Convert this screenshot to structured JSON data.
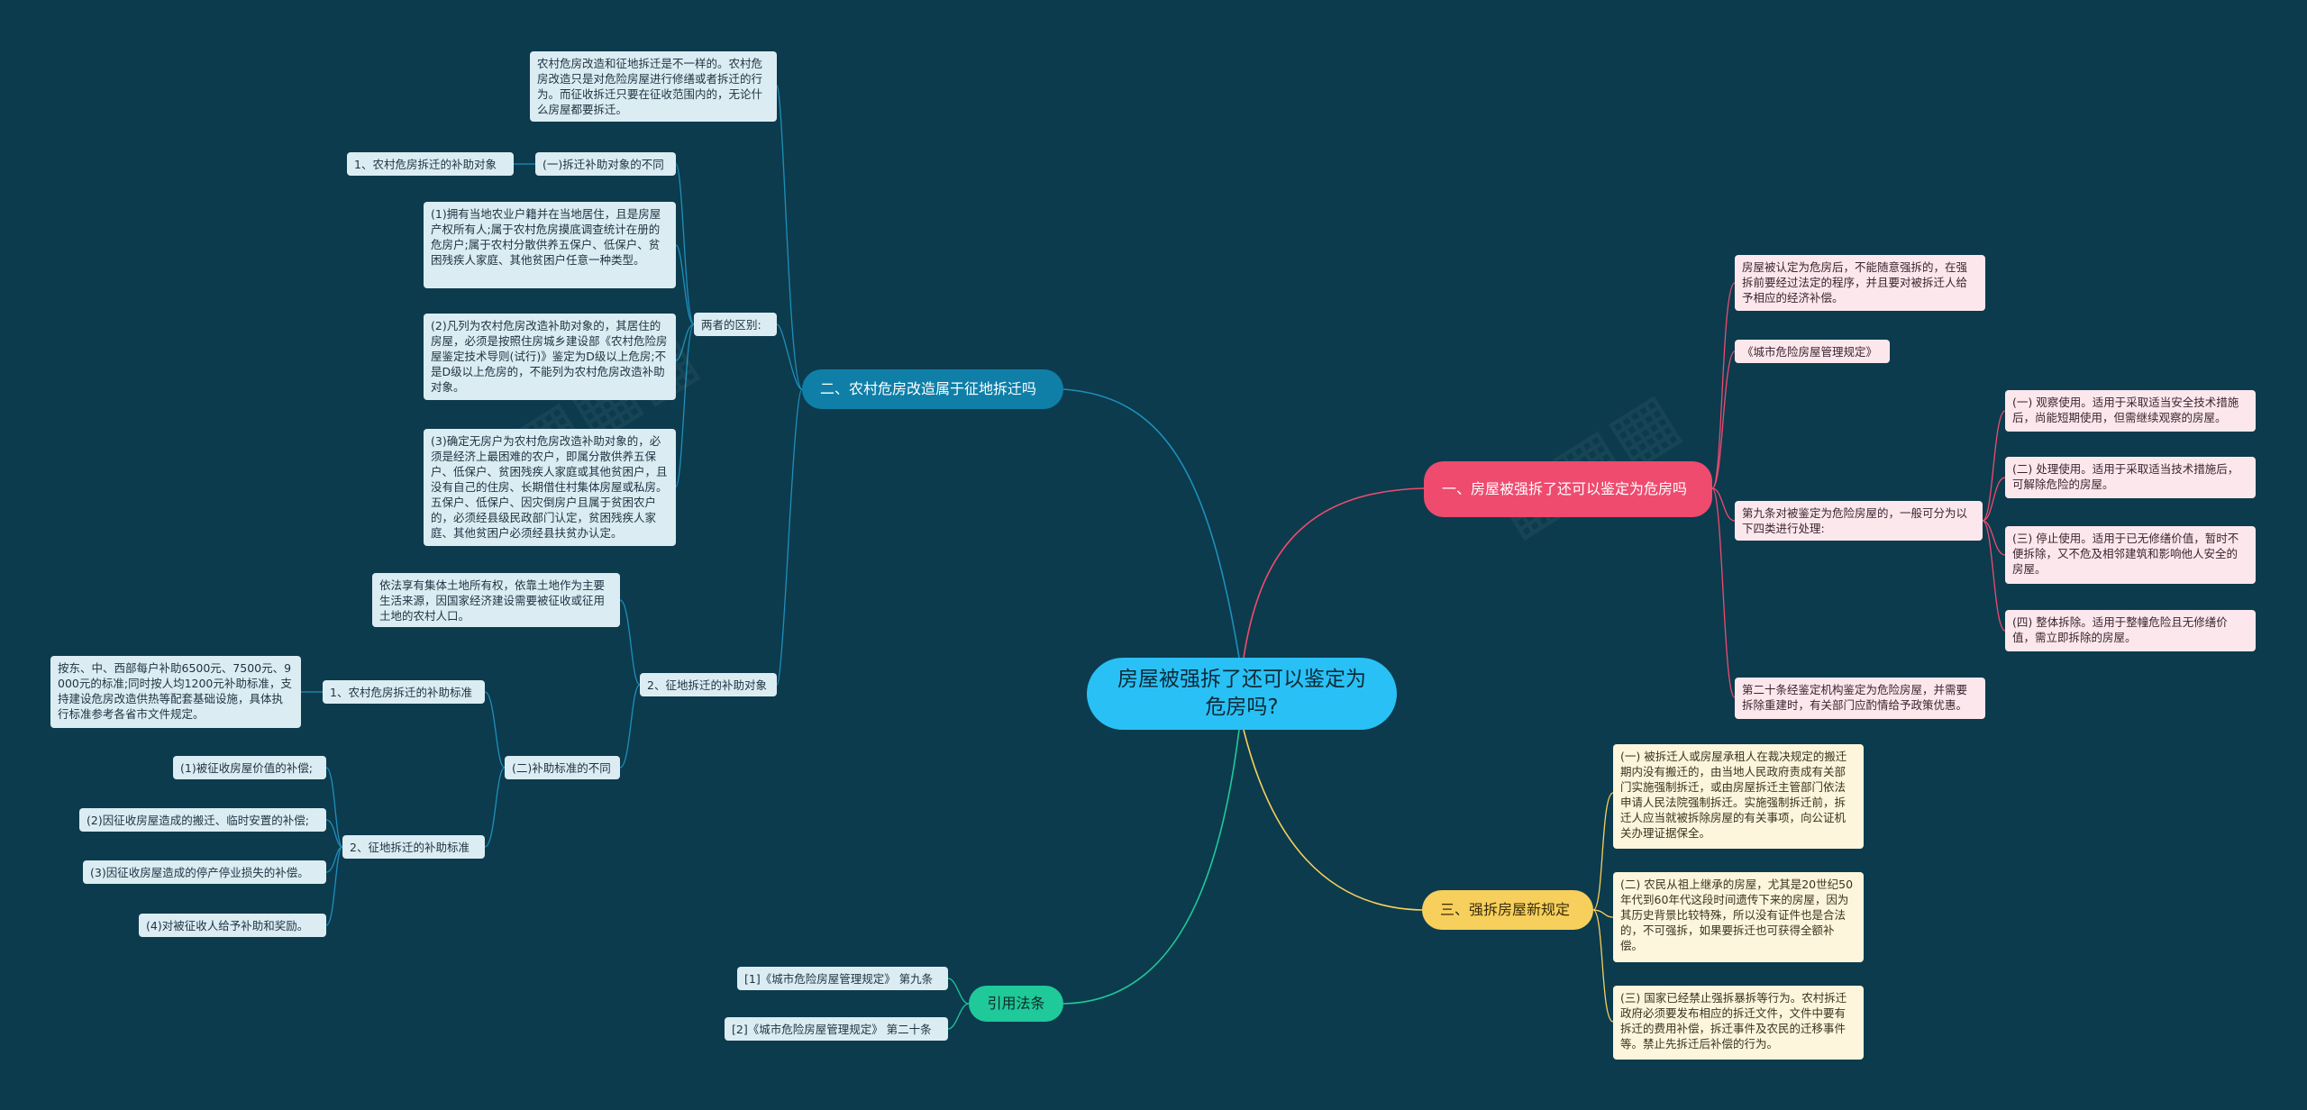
{
  "center": {
    "label": "房屋被强拆了还可以鉴定为危房吗?"
  },
  "branches": {
    "b2": {
      "label": "二、农村危房改造属于征地拆迁吗",
      "intro": "农村危房改造和征地拆迁是不一样的。农村危房改造只是对危险房屋进行修缮或者拆迁的行为。而征收拆迁只要在征收范围内的，无论什么房屋都要拆迁。",
      "diff_group": "(一)拆迁补助对象的不同",
      "diff_item1": "1、农村危房拆迁的补助对象",
      "diff_label": "两者的区别:",
      "p1": "(1)拥有当地农业户籍并在当地居住，且是房屋产权所有人;属于农村危房摸底调查统计在册的危房户;属于农村分散供养五保户、低保户、贫困残疾人家庭、其他贫困户任意一种类型。",
      "p2": "(2)凡列为农村危房改造补助对象的，其居住的房屋，必须是按照住房城乡建设部《农村危险房屋鉴定技术导则(试行)》鉴定为D级以上危房;不是D级以上危房的，不能列为农村危房改造补助对象。",
      "p3": "(3)确定无房户为农村危房改造补助对象的，必须是经济上最困难的农户，即属分散供养五保户、低保户、贫困残疾人家庭或其他贫困户，且没有自己的住房、长期借住村集体房屋或私房。五保户、低保户、因灾倒房户且属于贫困农户的，必须经县级民政部门认定，贫困残疾人家庭、其他贫困户必须经县扶贫办认定。",
      "expro_text": "依法享有集体土地所有权，依靠土地作为主要生活来源，因国家经济建设需要被征收或征用土地的农村人口。",
      "expro_label": "2、征地拆迁的补助对象",
      "std_group": "(二)补助标准的不同",
      "std_rural": "1、农村危房拆迁的补助标准",
      "std_rural_text": "按东、中、西部每户补助6500元、7500元、9000元的标准;同时按人均1200元补助标准，支持建设危房改造供热等配套基础设施，具体执行标准参考各省市文件规定。",
      "std_expro": "2、征地拆迁的补助标准",
      "c1": "(1)被征收房屋价值的补偿;",
      "c2": "(2)因征收房屋造成的搬迁、临时安置的补偿;",
      "c3": "(3)因征收房屋造成的停产停业损失的补偿。",
      "c4": "(4)对被征收人给予补助和奖励。"
    },
    "b1": {
      "label": "一、房屋被强拆了还可以鉴定为危房吗",
      "n1": "房屋被认定为危房后，不能随意强拆的，在强拆前要经过法定的程序，并且要对被拆迁人给予相应的经济补偿。",
      "n2": "《城市危险房屋管理规定》",
      "n3": "第九条对被鉴定为危险房屋的，一般可分为以下四类进行处理:",
      "s1": "(一) 观察使用。适用于采取适当安全技术措施后，尚能短期使用，但需继续观察的房屋。",
      "s2": "(二) 处理使用。适用于采取适当技术措施后，可解除危险的房屋。",
      "s3": "(三) 停止使用。适用于已无修缮价值，暂时不便拆除，又不危及相邻建筑和影响他人安全的房屋。",
      "s4": "(四) 整体拆除。适用于整幢危险且无修缮价值，需立即拆除的房屋。",
      "n4": "第二十条经鉴定机构鉴定为危险房屋，并需要拆除重建时，有关部门应酌情给予政策优惠。"
    },
    "b3": {
      "label": "三、强拆房屋新规定",
      "r1": "(一) 被拆迁人或房屋承租人在裁决规定的搬迁期内没有搬迁的，由当地人民政府责成有关部门实施强制拆迁，或由房屋拆迁主管部门依法申请人民法院强制拆迁。实施强制拆迁前，拆迁人应当就被拆除房屋的有关事项，向公证机关办理证据保全。",
      "r2": "(二) 农民从祖上继承的房屋，尤其是20世纪50年代到60年代这段时间遗传下来的房屋，因为其历史背景比较特殊，所以没有证件也是合法的，不可强拆，如果要拆迁也可获得全额补偿。",
      "r3": "(三) 国家已经禁止强拆暴拆等行为。农村拆迁政府必须要发布相应的拆迁文件，文件中要有拆迁的费用补偿，拆迁事件及农民的迁移事件等。禁止先拆迁后补偿的行为。"
    },
    "b4": {
      "label": "引用法条",
      "l1": "[1]《城市危险房屋管理规定》 第九条",
      "l2": "[2]《城市危险房屋管理规定》 第二十条"
    }
  },
  "colors": {
    "background": "#0c3b4d",
    "center": "#29c1f5",
    "branch_blue": "#0f7fa8",
    "branch_pink": "#ee4b6f",
    "branch_yellow": "#f7cf5c",
    "branch_mint": "#1fc99a"
  }
}
